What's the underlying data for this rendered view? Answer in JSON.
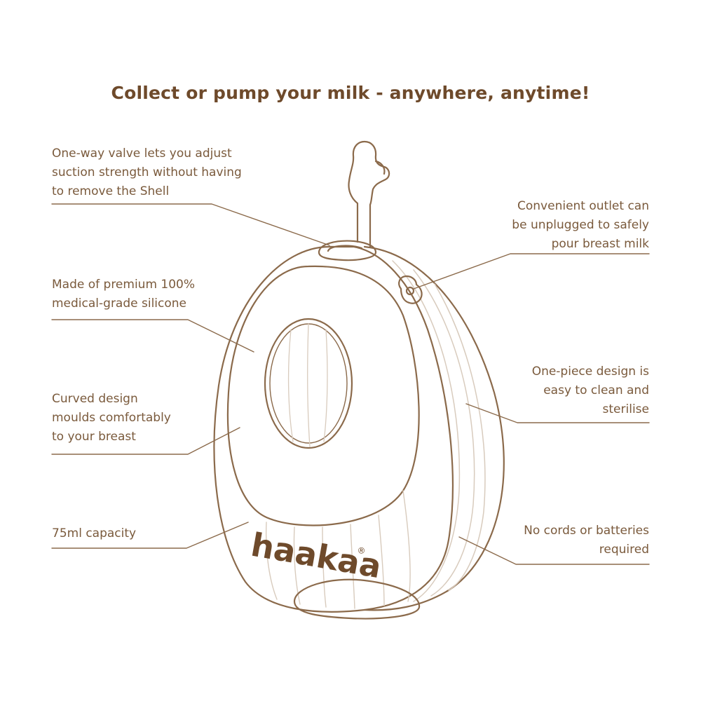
{
  "title": "Collect or pump your milk - anywhere, anytime!",
  "brand": "haakaa",
  "brand_mark": "®",
  "callouts": {
    "valve": [
      "One-way valve lets you adjust",
      "suction strength without having",
      "to remove the Shell"
    ],
    "silicone": [
      "Made of premium 100%",
      "medical-grade silicone"
    ],
    "curved": [
      "Curved design",
      "moulds comfortably",
      "to your breast"
    ],
    "capacity": [
      "75ml capacity"
    ],
    "outlet": [
      "Convenient outlet can",
      "be unplugged to safely",
      "pour breast milk"
    ],
    "onepiece": [
      "One-piece design is",
      "easy to clean and",
      "sterilise"
    ],
    "cords": [
      "No cords or batteries",
      "required"
    ]
  },
  "colors": {
    "line": "#8b6a4b",
    "text": "#7a5a3c",
    "title": "#6e4a2b",
    "rib": "#d8cbbd"
  }
}
